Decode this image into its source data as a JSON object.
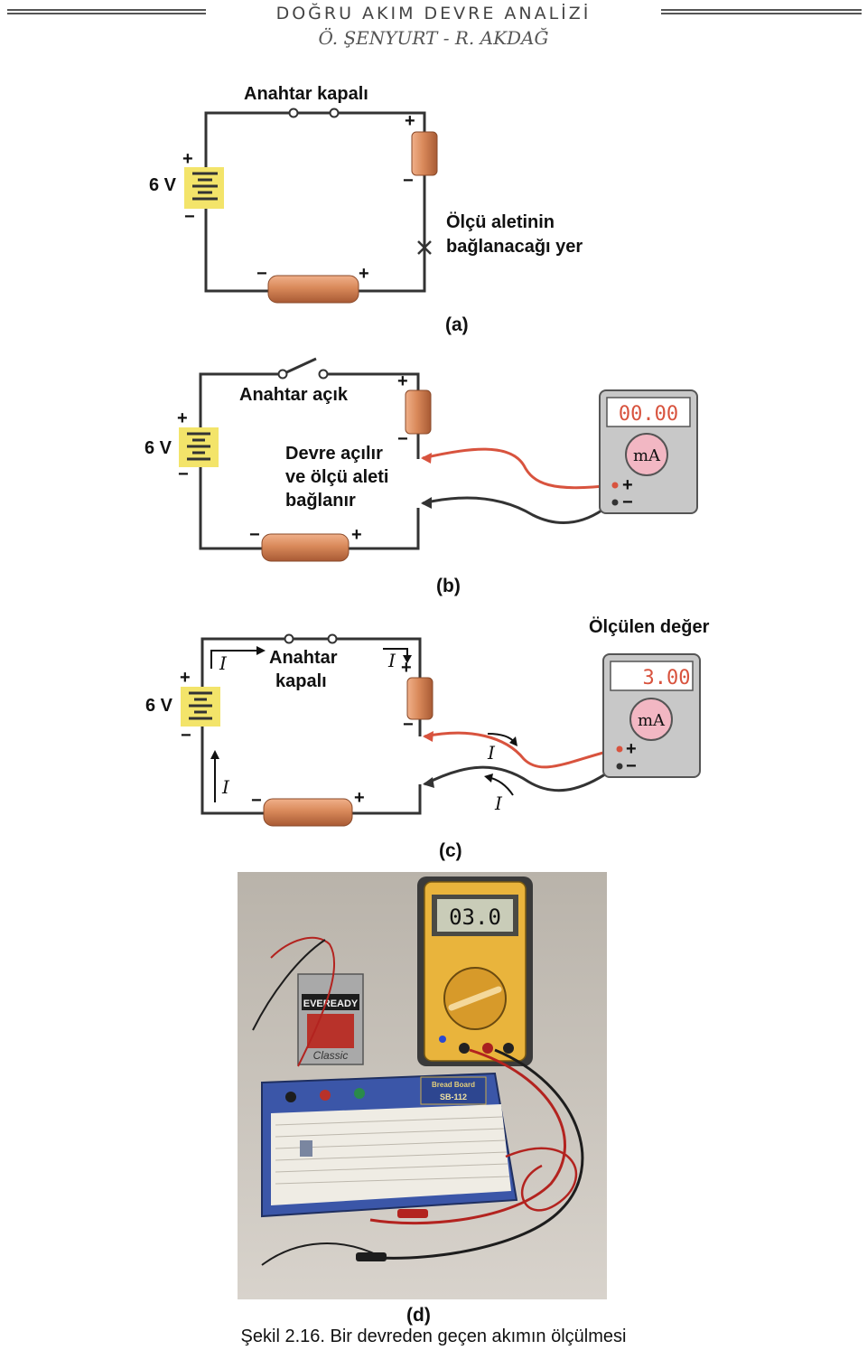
{
  "header": {
    "title": "DOĞRU AKIM DEVRE ANALİZİ",
    "authors": "Ö. ŞENYURT - R. AKDAĞ"
  },
  "panel_a": {
    "switch_label": "Anahtar kapalı",
    "battery_label": "6 V",
    "meter_point_label_1": "Ölçü aletinin",
    "meter_point_label_2": "bağlanacağı yer",
    "panel_label": "(a)"
  },
  "panel_b": {
    "switch_label": "Anahtar açık",
    "battery_label": "6 V",
    "note_1": "Devre açılır",
    "note_2": "ve ölçü aleti",
    "note_3": "bağlanır",
    "meter_display": "00.00",
    "meter_unit": "mA",
    "panel_label": "(b)"
  },
  "panel_c": {
    "switch_label_1": "Anahtar",
    "switch_label_2": "kapalı",
    "battery_label": "6 V",
    "measured_label": "Ölçülen değer",
    "meter_display": "3.00",
    "meter_unit": "mA",
    "current_symbol": "I",
    "panel_label": "(c)"
  },
  "panel_d": {
    "meter_display": "03.0",
    "battery_brand": "EVEREADY",
    "battery_sub": "Classic",
    "board_brand": "Bread Board",
    "board_model": "SB-112",
    "panel_label": "(d)"
  },
  "signs": {
    "plus": "+",
    "minus": "−"
  },
  "caption": "Şekil 2.16. Bir devreden geçen akımın ölçülmesi",
  "colors": {
    "battery": "#f3e46a",
    "resistor": "#d9895a",
    "meter_body": "#c8c8c8",
    "meter_dial": "#f2b7c3",
    "red_lead": "#d8533e",
    "black_lead": "#333333",
    "photo_bg": "#bfb9b0"
  }
}
